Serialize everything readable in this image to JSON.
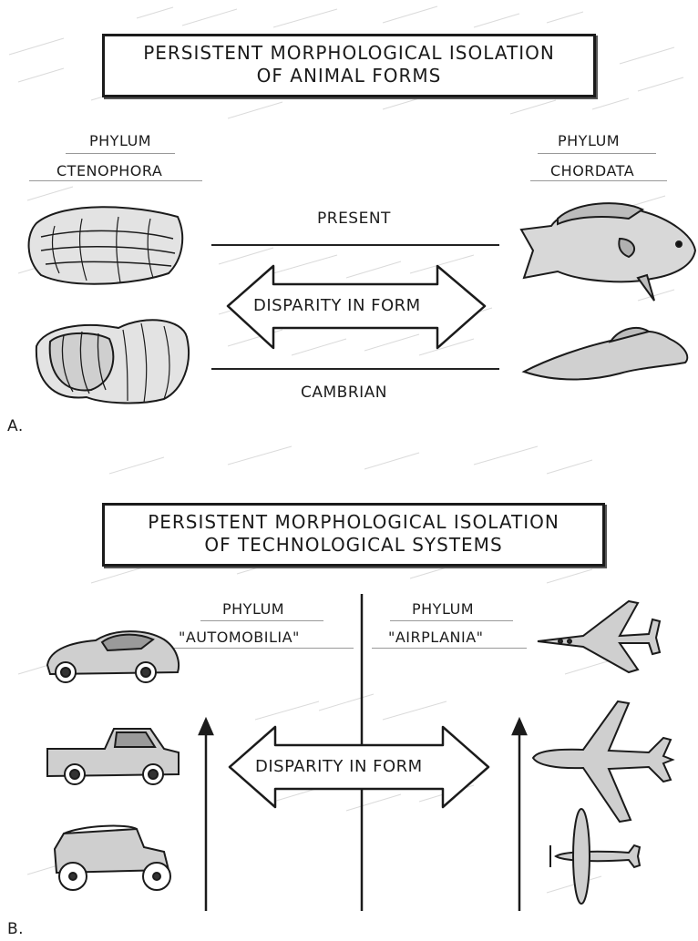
{
  "panel_a": {
    "title_line1": "PERSISTENT MORPHOLOGICAL ISOLATION",
    "title_line2": "OF ANIMAL FORMS",
    "left_phylum_label": "PHYLUM",
    "left_phylum_name": "CTENOPHORA",
    "right_phylum_label": "PHYLUM",
    "right_phylum_name": "CHORDATA",
    "top_label": "PRESENT",
    "bottom_label": "CAMBRIAN",
    "arrow_label": "DISPARITY IN FORM",
    "panel_letter": "A."
  },
  "panel_b": {
    "title_line1": "PERSISTENT MORPHOLOGICAL ISOLATION",
    "title_line2": "OF TECHNOLOGICAL SYSTEMS",
    "left_phylum_label": "PHYLUM",
    "left_phylum_name": "\"AUTOMOBILIA\"",
    "right_phylum_label": "PHYLUM",
    "right_phylum_name": "\"AIRPLANIA\"",
    "arrow_label": "DISPARITY IN FORM",
    "panel_letter": "B."
  },
  "icons": [
    "ctenophore-icon",
    "fish-icon",
    "sports-car-icon",
    "pickup-truck-icon",
    "vintage-car-icon",
    "fighter-jet-icon",
    "airliner-icon",
    "propeller-plane-icon"
  ]
}
